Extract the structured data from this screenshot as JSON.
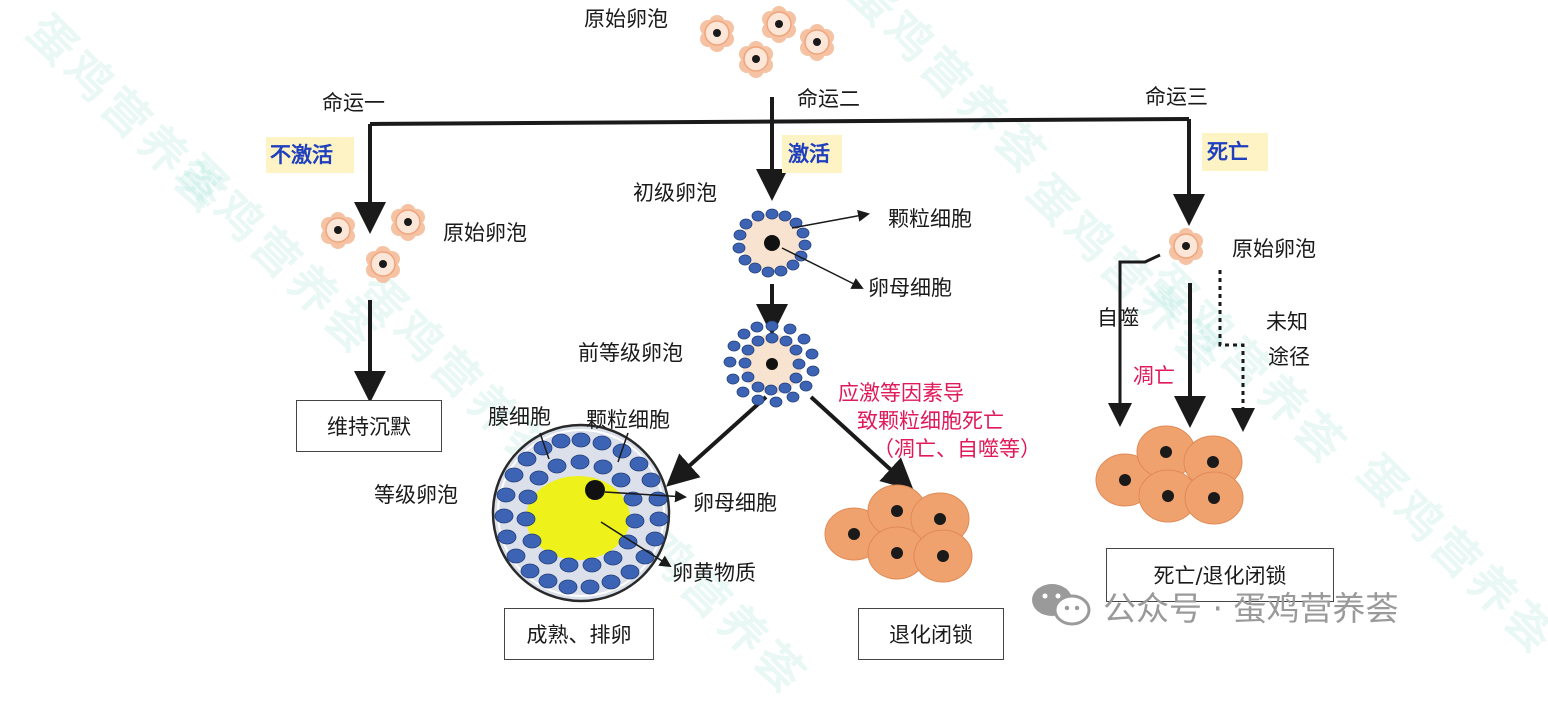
{
  "top": {
    "label": "原始卵泡"
  },
  "fates": [
    {
      "name": "命运一",
      "action": "不激活",
      "result_label": "原始卵泡",
      "outcome": "维持沉默"
    },
    {
      "name": "命运二",
      "action": "激活"
    },
    {
      "name": "命运三",
      "action": "死亡",
      "result_label": "原始卵泡",
      "path_left": "自噬",
      "path_mid": "凋亡",
      "path_right_1": "未知",
      "path_right_2": "途径",
      "outcome": "死亡/退化闭锁"
    }
  ],
  "fate2": {
    "primary_label": "初级卵泡",
    "granulosa_label": "颗粒细胞",
    "oocyte_label": "卵母细胞",
    "preantral_label": "前等级卵泡",
    "stress_1": "应激等因素导",
    "stress_2": "致颗粒细胞死亡",
    "stress_3": "（凋亡、自噬等）",
    "graded_label": "等级卵泡",
    "theca_label": "膜细胞",
    "graded_granulosa_label": "颗粒细胞",
    "graded_oocyte_label": "卵母细胞",
    "yolk_label": "卵黄物质",
    "mature_outcome": "成熟、排卵",
    "atresia_outcome": "退化闭锁"
  },
  "watermark": "蛋鸡营养荟",
  "footer": "公众号 · 蛋鸡营养荟",
  "colors": {
    "arrow": "#1a1a1a",
    "granulosa": "#3d64b4",
    "yolk": "#eef21a",
    "dead_cell": "#f0a26e",
    "blue_text": "#1f3fbf",
    "pink_text": "#e0195a",
    "highlight": "#fdf3c4"
  }
}
